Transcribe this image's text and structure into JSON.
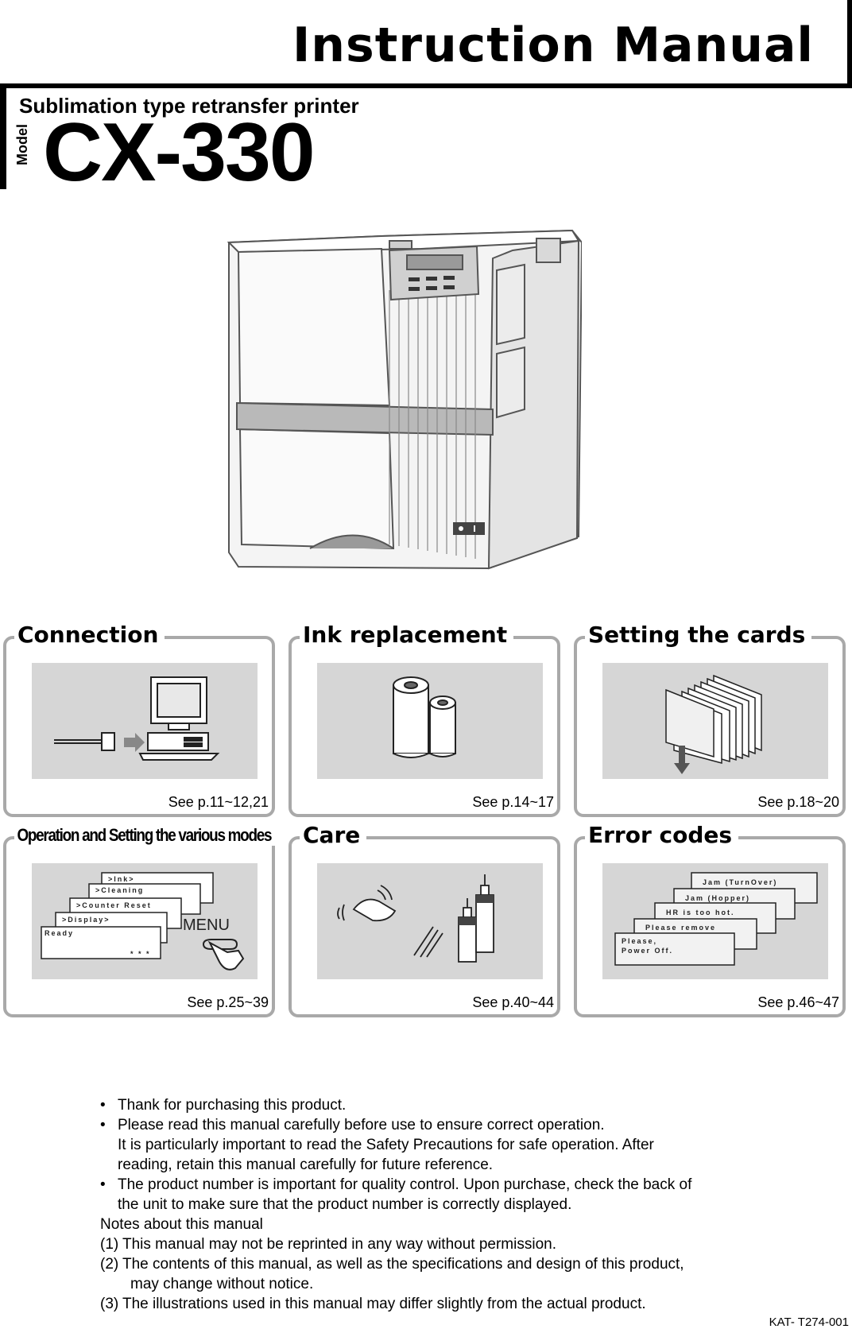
{
  "header": {
    "title": "Instruction Manual",
    "subtitle": "Sublimation type retransfer printer",
    "model_label": "Model",
    "model_number": "CX-330"
  },
  "cards": [
    {
      "title": "Connection",
      "see": "See p.11~12,21"
    },
    {
      "title": "Ink replacement",
      "see": "See p.14~17"
    },
    {
      "title": "Setting the cards",
      "see": "See p.18~20"
    },
    {
      "title": "Operation and Setting the various modes",
      "see": "See p.25~39"
    },
    {
      "title": "Care",
      "see": "See p.40~44"
    },
    {
      "title": "Error codes",
      "see": "See p.46~47"
    }
  ],
  "menu_screens": {
    "ink": ">Ink>",
    "cleaning": ">Cleaning",
    "counter_reset": ">Counter Reset",
    "display": ">Display>",
    "ready": "Ready",
    "stars": "* * *",
    "menu_button": "MENU"
  },
  "error_screens": {
    "e1": "Jam (TurnOver)",
    "e2": "Jam (Hopper)",
    "e3": "HR is too hot.",
    "e4": "Please remove",
    "e5a": "Please,",
    "e5b": "Power Off."
  },
  "notes": {
    "b1": "Thank for purchasing this product.",
    "b2_line1": "Please read this manual carefully before use to ensure correct operation.",
    "b2_line2": "It is particularly important to read the Safety Precautions for safe operation. After",
    "b2_line3": "reading, retain this manual carefully for future reference.",
    "b3_line1": "The product number is important for quality control. Upon purchase, check the back of",
    "b3_line2": "the unit to make sure that the product number is correctly displayed.",
    "heading": "Notes about this manual",
    "n1_num": "(1)",
    "n1": "This manual may not be reprinted in any way without permission.",
    "n2_num": "(2)",
    "n2_line1": "The contents of this manual, as well as the specifications and design of this product,",
    "n2_line2": "may change without notice.",
    "n3_num": "(3)",
    "n3": "The illustrations used in this manual may differ slightly from the actual product."
  },
  "doc_code": "KAT- T274-001"
}
